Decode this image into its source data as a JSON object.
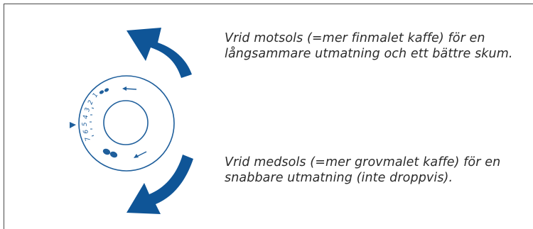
{
  "captions": {
    "counterclockwise": "Vrid motsols (=mer finmalet kaffe) för en långsammare utmatning och ett bättre skum.",
    "clockwise": "Vrid medsols (=mer grovmalet kaffe) för en snabbare utmatning (inte droppvis)."
  },
  "dial": {
    "numbers": [
      "1",
      "2",
      "3",
      "4",
      "5",
      "6",
      "7"
    ]
  },
  "icons": {
    "top_arrow": "curved-arrow-counterclockwise",
    "bottom_arrow": "curved-arrow-clockwise",
    "fine_beans": "coffee-beans-small",
    "coarse_beans": "coffee-beans-large",
    "pointer": "triangle-pointer"
  },
  "colors": {
    "arrow": "#0f5597",
    "dial": "#1f5f9c",
    "text": "#2b2b2b",
    "frame": "#4a4a4a"
  }
}
